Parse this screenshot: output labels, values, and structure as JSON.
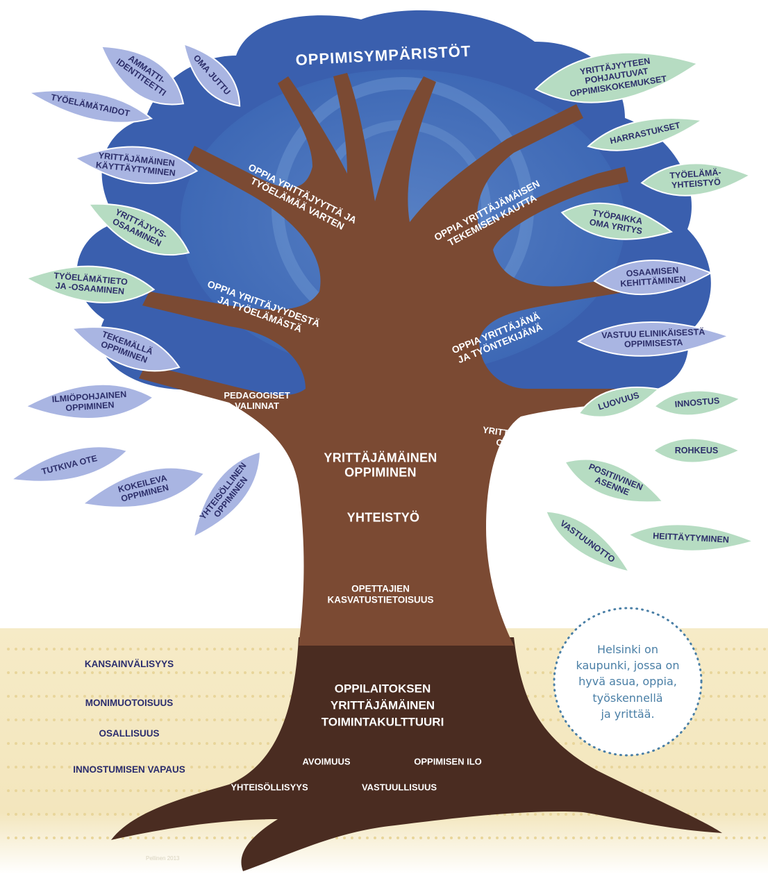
{
  "canopy_title": "OPPIMISYMPÄRISTÖT",
  "left_leaves": [
    {
      "text": "AMMATTI-\nIDENTITEETTI",
      "color": "#a9b5e2"
    },
    {
      "text": "OMA JUTTU",
      "color": "#a9b5e2"
    },
    {
      "text": "TYÖELÄMÄTAIDOT",
      "color": "#a9b5e2"
    },
    {
      "text": "YRITTÄJÄMÄINEN\nKÄYTTÄYTYMINEN",
      "color": "#a9b5e2"
    },
    {
      "text": "YRITTÄJYYS-\nOSAAMINEN",
      "color": "#b6dcc2"
    },
    {
      "text": "TYÖELÄMÄTIETO\nJA -OSAAMINEN",
      "color": "#b6dcc2"
    },
    {
      "text": "TEKEMÄLLÄ\nOPPIMINEN",
      "color": "#a9b5e2"
    },
    {
      "text": "ILMIÖPOHJAINEN\nOPPIMINEN",
      "color": "#a9b5e2"
    },
    {
      "text": "TUTKIVA OTE",
      "color": "#a9b5e2"
    },
    {
      "text": "KOKEILEVA\nOPPIMINEN",
      "color": "#a9b5e2"
    },
    {
      "text": "YHTEISÖLLINEN\nOPPIMINEN",
      "color": "#a9b5e2"
    }
  ],
  "right_leaves": [
    {
      "text": "YRITTÄJYYTEEN\nPOHJAUTUVAT\nOPPIMISKOKEMUKSET",
      "color": "#b6dcc2"
    },
    {
      "text": "HARRASTUKSET",
      "color": "#b6dcc2"
    },
    {
      "text": "TYÖELÄMÄ-\nYHTEISTYÖ",
      "color": "#b6dcc2"
    },
    {
      "text": "TYÖPAIKKA\nOMA YRITYS",
      "color": "#b6dcc2"
    },
    {
      "text": "OSAAMISEN\nKEHITTÄMINEN",
      "color": "#a9b5e2"
    },
    {
      "text": "VASTUU ELINIKÄISESTÄ\nOPPIMISESTA",
      "color": "#a9b5e2"
    },
    {
      "text": "LUOVUUS",
      "color": "#b6dcc2"
    },
    {
      "text": "INNOSTUS",
      "color": "#b6dcc2"
    },
    {
      "text": "ROHKEUS",
      "color": "#b6dcc2"
    },
    {
      "text": "POSITIIVINEN\nASENNE",
      "color": "#b6dcc2"
    },
    {
      "text": "VASTUUNOTTO",
      "color": "#b6dcc2"
    },
    {
      "text": "HEITTÄYTYMINEN",
      "color": "#b6dcc2"
    }
  ],
  "branches": {
    "b1": "OPPIA YRITTÄJYYTTÄ JA\nTYÖELÄMÄÄ VARTEN",
    "b2": "OPPIA YRITTÄJÄMÄISEN\nTEKEMISEN KAUTTA",
    "b3": "OPPIA YRITTÄJYYDESTÄ\nJA TYÖELÄMÄSTÄ",
    "b4": "OPPIA YRITTÄJÄNÄ\nJA TYÖNTEKIJÄNÄ",
    "b5": "PEDAGOGISET\nVALINNAT",
    "b6": "YRITTÄJYYDEN\nOLEMUS"
  },
  "trunk": {
    "main": "YRITTÄJÄMÄINEN\nOPPIMINEN",
    "sub": "YHTEISTYÖ",
    "teachers": "OPETTAJIEN\nKASVATUSTIETOISUUS"
  },
  "roots": {
    "main": "OPPILAITOKSEN\nYRITTÄJÄMÄINEN\nTOIMINTAKULTTUURI",
    "values": [
      "AVOIMUUS",
      "OPPIMISEN ILO",
      "YHTEISÖLLISYYS",
      "VASTUULLISUUS"
    ]
  },
  "ground": [
    "KANSAINVÄLISYYS",
    "MONIMUOTOISUUS",
    "OSALLISUUS",
    "INNOSTUMISEN VAPAUS"
  ],
  "circle_text": "Helsinki on\nkaupunki, jossa on\nhyvä asua, oppia,\ntyöskennellä\nja yrittää.",
  "credit": "Pellinen 2013",
  "colors": {
    "canopy_dark": "#3a5fae",
    "canopy_mid": "#4f7fc7",
    "trunk": "#7b4a33",
    "root": "#4a2c21",
    "ground": "#f3e6bd",
    "leaf_blue": "#a9b5e2",
    "leaf_green": "#b6dcc2",
    "text_dark": "#2b2d6e"
  }
}
